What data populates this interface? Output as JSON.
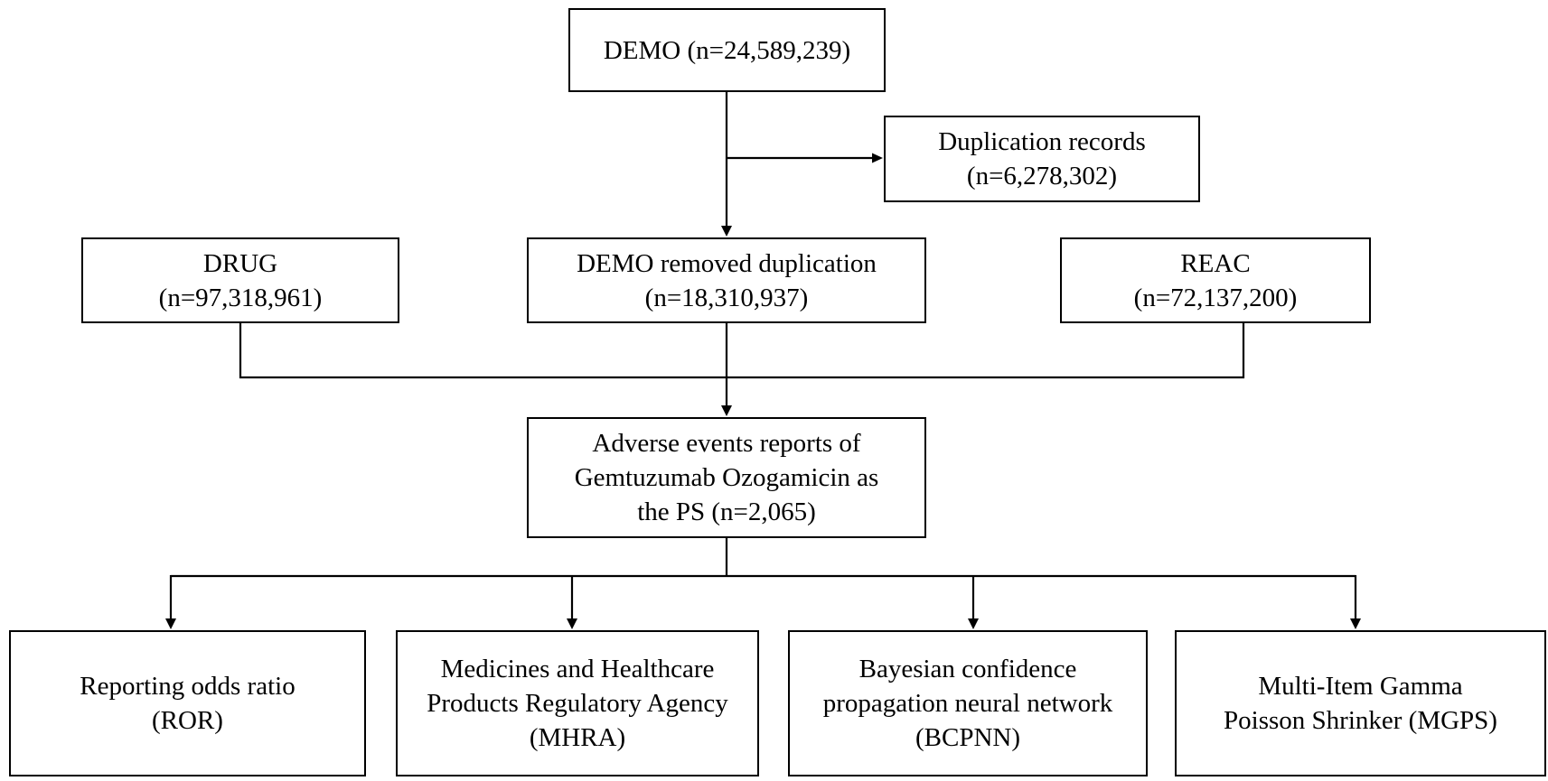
{
  "diagram": {
    "type": "flowchart",
    "description": "FAERS database screening flowchart for Gemtuzumab Ozogamicin adverse event reports"
  },
  "colors": {
    "background": "#ffffff",
    "box_border": "#000000",
    "text": "#000000",
    "connector": "#000000"
  },
  "nodes": {
    "demo": {
      "lines": [
        "DEMO (n=24,589,239)"
      ]
    },
    "duplication_records": {
      "lines": [
        "Duplication records",
        "(n=6,278,302)"
      ]
    },
    "drug": {
      "lines": [
        "DRUG",
        "(n=97,318,961)"
      ]
    },
    "demo_removed_duplication": {
      "lines": [
        "DEMO removed duplication",
        "(n=18,310,937)"
      ]
    },
    "reac": {
      "lines": [
        "REAC",
        "(n=72,137,200)"
      ]
    },
    "adverse_events": {
      "lines": [
        "Adverse events reports of",
        "Gemtuzumab Ozogamicin as",
        "the PS (n=2,065)"
      ]
    },
    "ror": {
      "lines": [
        "Reporting odds ratio",
        "(ROR)"
      ]
    },
    "mhra": {
      "lines": [
        "Medicines and Healthcare",
        "Products Regulatory Agency",
        "(MHRA)"
      ]
    },
    "bcpnn": {
      "lines": [
        "Bayesian confidence",
        "propagation neural network",
        "(BCPNN)"
      ]
    },
    "mgps": {
      "lines": [
        "Multi-Item Gamma",
        "Poisson Shrinker (MGPS)"
      ]
    }
  }
}
